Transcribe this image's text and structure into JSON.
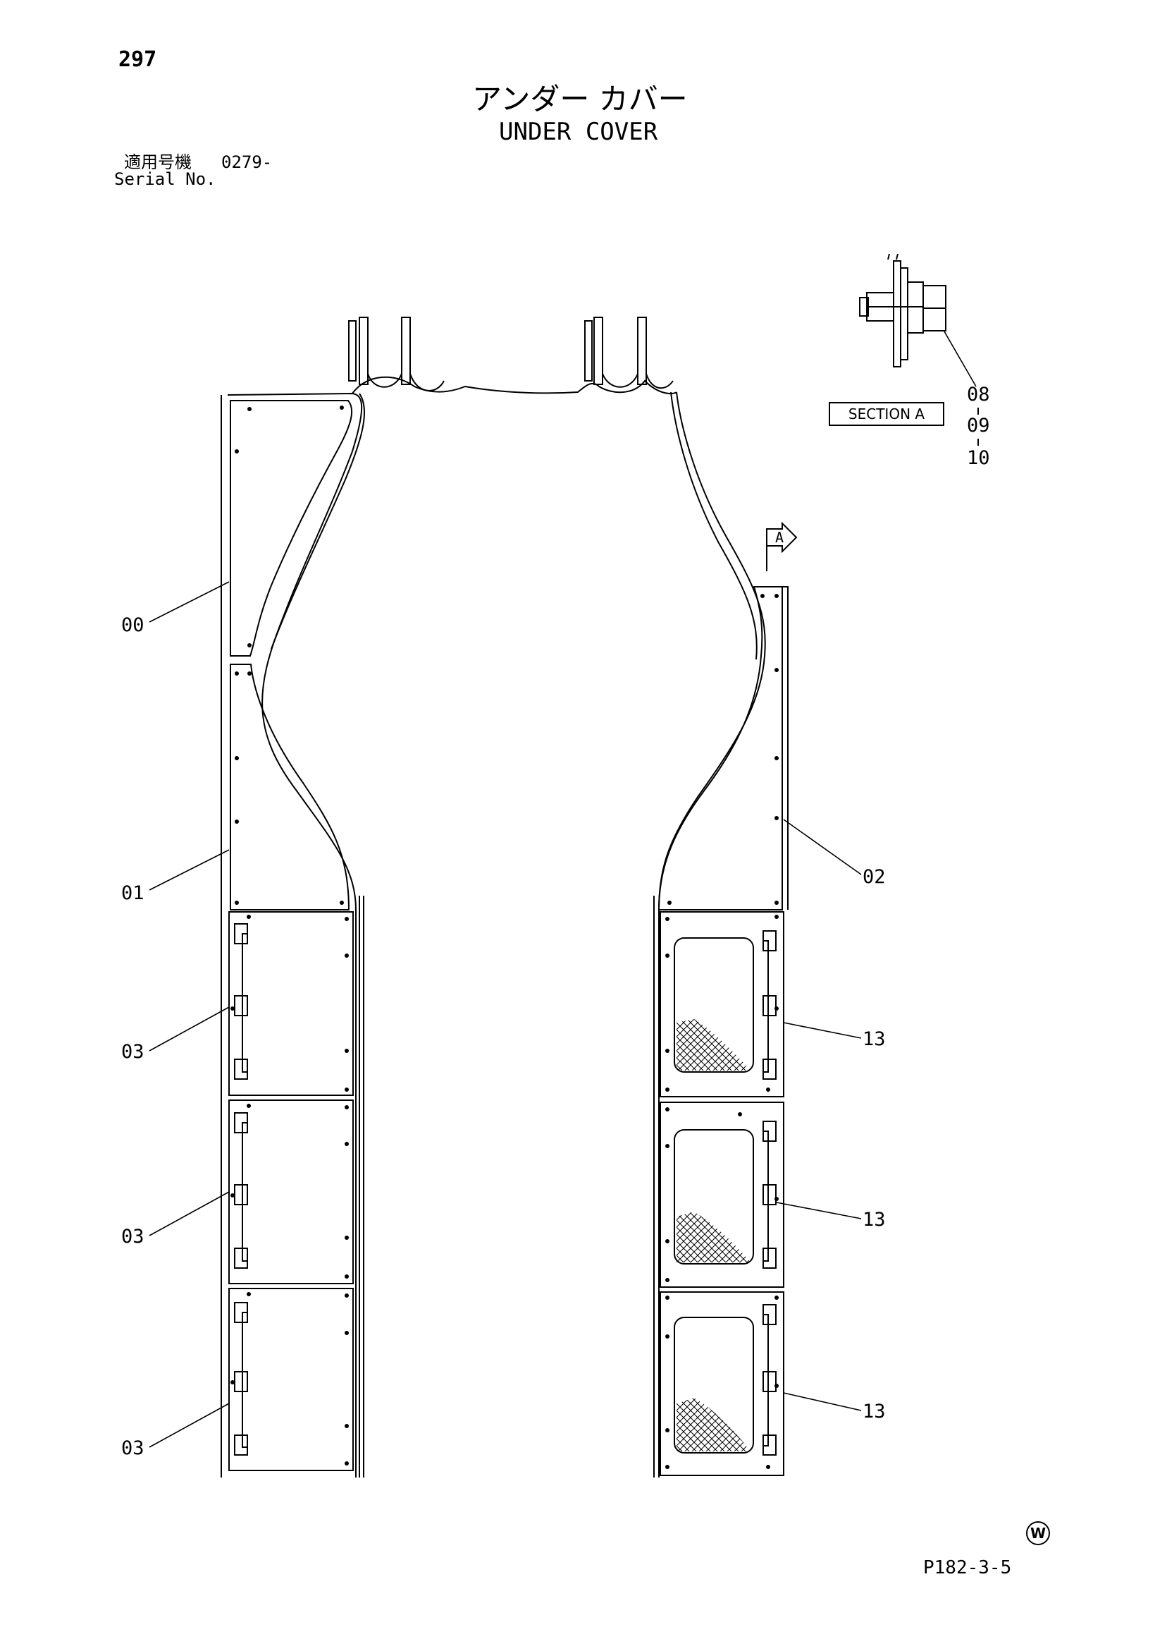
{
  "page_number": "297",
  "title_jp": "アンダー カバー",
  "title_en": "UNDER COVER",
  "serial": {
    "label_jp": "適用号機",
    "value": "0279-",
    "label_en": "Serial No."
  },
  "section_label": "SECTION  A",
  "view_marker": "A",
  "callouts": {
    "c00": "00",
    "c01": "01",
    "c02": "02",
    "c03a": "03",
    "c03b": "03",
    "c03c": "03",
    "c13a": "13",
    "c13b": "13",
    "c13c": "13",
    "c08": "08",
    "c09": "09",
    "c10": "10"
  },
  "w_mark": "W",
  "drawing_code": "P182-3-5"
}
